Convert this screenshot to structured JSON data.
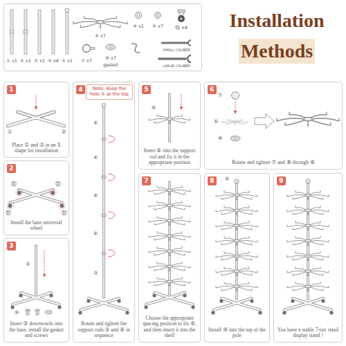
{
  "diagram": {
    "title": "Installation Methods",
    "nodes": [
      {
        "text": [
          "① x1",
          "② x1",
          "③ x1",
          "④ x4",
          "⑤ x1",
          "⑥ x7",
          "⑨ x1",
          "⑩ x7",
          "⑪ x4",
          "⑦ x7",
          "⑧ x7",
          "gasket",
          "SMALL CALIBER",
          "LARGE CALIBER"
        ]
      },
      {
        "text": [
          "1",
          "Place ① and ② in an X shape for installation",
          "①",
          "②"
        ]
      },
      {
        "text": [
          "2",
          "Install the base universal wheel",
          "⑪",
          "⑪",
          "⑪",
          "⑪"
        ]
      },
      {
        "text": [
          "3",
          "Insert ③ downwards into the base, install the gasket and screws",
          "③",
          "⑩"
        ]
      },
      {
        "text": [
          "4",
          "Rotate and tighten the support rods ③ and ④ in sequence",
          "④",
          "④",
          "④",
          "④",
          "③"
        ]
      },
      {
        "text": [
          "Note: Keep the hole ⑤ at the top"
        ],
        "in": 4
      },
      {
        "text": [
          "5",
          "Insert ⑥ into the support rod and fix it in the appropriate position",
          "⑥"
        ]
      },
      {
        "text": [
          "6",
          "Rotate and tighten ⑦ and ⑧ through ⑥",
          "⑦",
          "⑧",
          "⑥"
        ]
      },
      {
        "text": [
          "7",
          "Choose the appropriate spacing position to fix ⑥, and then insert it into the shelf"
        ]
      },
      {
        "text": [
          "8",
          "Install ⑨ into the top of the pole",
          "⑨"
        ]
      },
      {
        "text": [
          "9",
          "You have a stable 7-tier retail display stand !"
        ]
      }
    ]
  }
}
